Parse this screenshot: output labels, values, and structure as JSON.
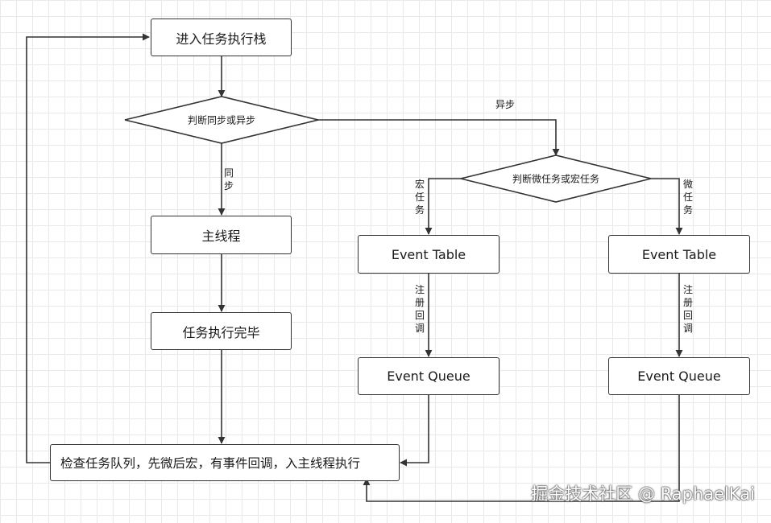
{
  "nodes": {
    "enter_stack": "进入任务执行栈",
    "judge_sync": "判断同步或异步",
    "main_thread": "主线程",
    "task_done": "任务执行完毕",
    "judge_micro_macro": "判断微任务或宏任务",
    "macro_event_table": "Event Table",
    "micro_event_table": "Event Table",
    "macro_event_queue": "Event Queue",
    "micro_event_queue": "Event Queue",
    "check_queue": "检查任务队列，先微后宏，有事件回调，入主线程执行"
  },
  "edge_labels": {
    "async": "异步",
    "sync": "同步",
    "macro_task": "宏任务",
    "micro_task": "微任务",
    "register_callback_left": "注册回调",
    "register_callback_right": "注册回调"
  },
  "watermark": "掘金技术社区 @ RaphaelKai"
}
